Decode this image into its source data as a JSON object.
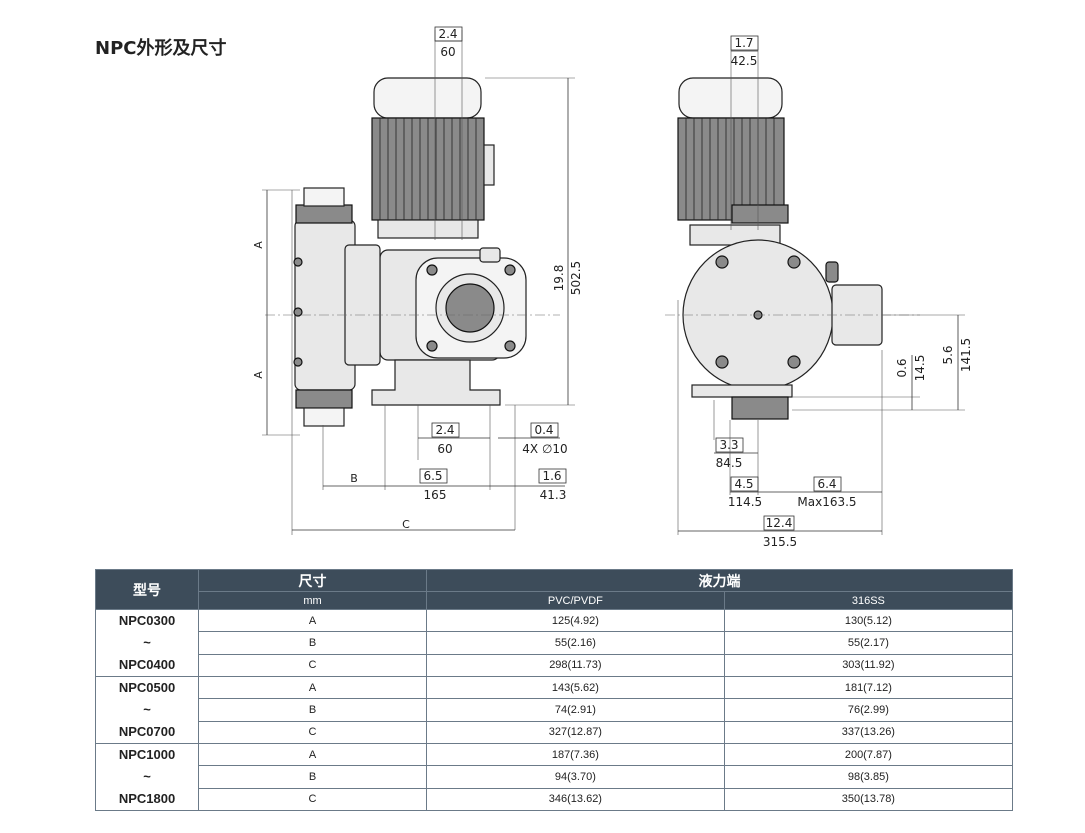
{
  "title": "NPC外形及尺寸",
  "front_view": {
    "dims": {
      "top_in": "2.4",
      "top_mm": "60",
      "height_in": "19.8",
      "height_mm": "502.5",
      "base_in": "2.4",
      "base_mm": "60",
      "hole_in": "0.4",
      "hole_mm": "4X ∅10",
      "a_label_top": "A",
      "a_label_bottom": "A",
      "b_label": "B",
      "mid_in": "6.5",
      "mid_mm": "165",
      "right_in": "1.6",
      "right_mm": "41.3",
      "c_label": "C"
    }
  },
  "side_view": {
    "dims": {
      "top_in": "1.7",
      "top_mm": "42.5",
      "d1_in": "3.3",
      "d1_mm": "84.5",
      "d2_in": "4.5",
      "d2_mm": "114.5",
      "d3_in": "6.4",
      "d3_mm": "Max163.5",
      "d4_in": "12.4",
      "d4_mm": "315.5",
      "v1_in": "0.6",
      "v1_mm": "14.5",
      "v2_in": "5.6",
      "v2_mm": "141.5"
    }
  },
  "table": {
    "header_model": "型号",
    "header_dim": "尺寸",
    "header_unit": "mm",
    "header_liquid_end": "液力端",
    "header_pvc": "PVC/PVDF",
    "header_ss": "316SS",
    "groups": [
      {
        "model_top": "NPC0300",
        "model_sep": "~",
        "model_bottom": "NPC0400",
        "rows": [
          {
            "dim": "A",
            "pvc": "125(4.92)",
            "ss": "130(5.12)"
          },
          {
            "dim": "B",
            "pvc": "55(2.16)",
            "ss": "55(2.17)"
          },
          {
            "dim": "C",
            "pvc": "298(11.73)",
            "ss": "303(11.92)"
          }
        ]
      },
      {
        "model_top": "NPC0500",
        "model_sep": "~",
        "model_bottom": "NPC0700",
        "rows": [
          {
            "dim": "A",
            "pvc": "143(5.62)",
            "ss": "181(7.12)"
          },
          {
            "dim": "B",
            "pvc": "74(2.91)",
            "ss": "76(2.99)"
          },
          {
            "dim": "C",
            "pvc": "327(12.87)",
            "ss": "337(13.26)"
          }
        ]
      },
      {
        "model_top": "NPC1000",
        "model_sep": "~",
        "model_bottom": "NPC1800",
        "rows": [
          {
            "dim": "A",
            "pvc": "187(7.36)",
            "ss": "200(7.87)"
          },
          {
            "dim": "B",
            "pvc": "94(3.70)",
            "ss": "98(3.85)"
          },
          {
            "dim": "C",
            "pvc": "346(13.62)",
            "ss": "350(13.78)"
          }
        ]
      }
    ]
  }
}
